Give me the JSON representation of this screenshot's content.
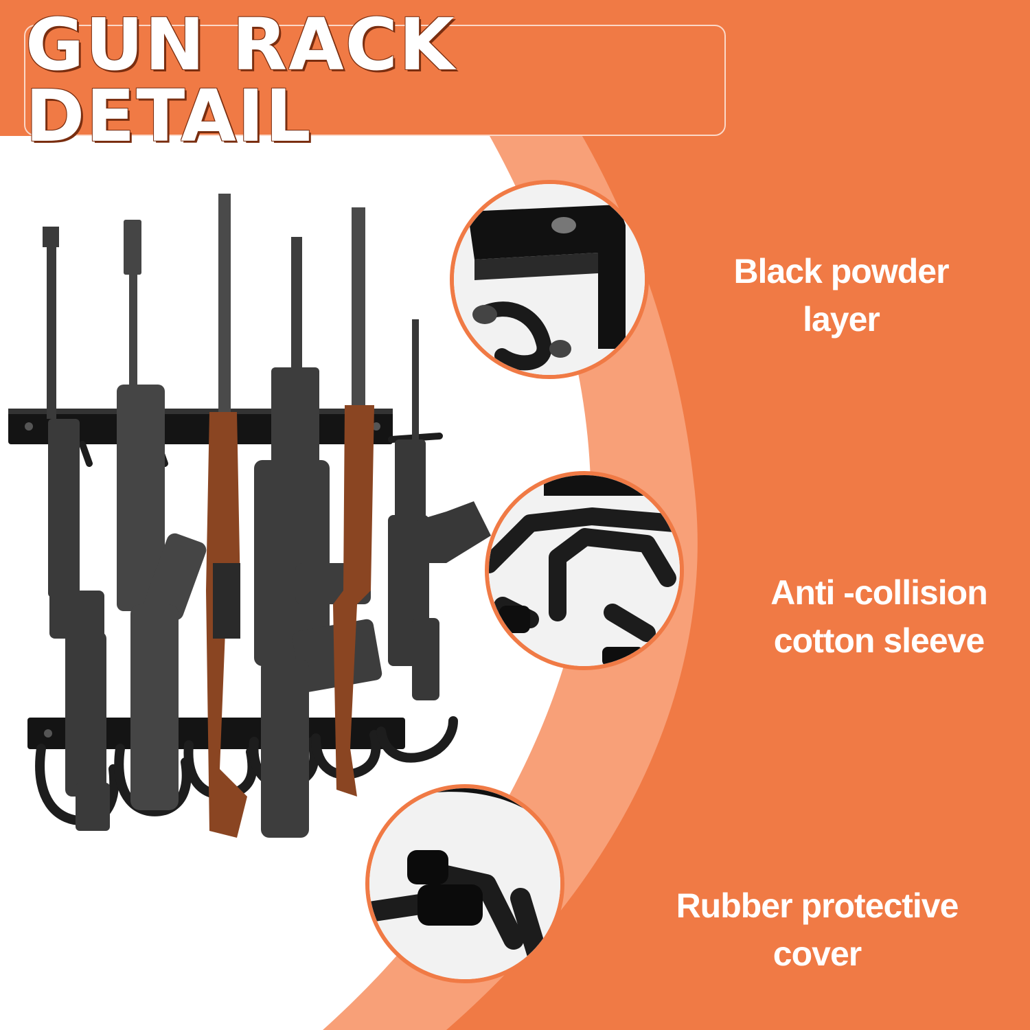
{
  "banner": {
    "title": "GUN RACK DETAIL"
  },
  "colors": {
    "orange": "#f07a45",
    "light_orange": "#f8a078",
    "white": "#ffffff",
    "rack_black": "#161616",
    "wood": "#8a4522"
  },
  "features": [
    {
      "line1": "Black powder",
      "line2": "layer",
      "icon": "bracket-hook-detail"
    },
    {
      "line1": "Anti -collision",
      "line2": "cotton sleeve",
      "icon": "sleeve-arms-detail"
    },
    {
      "line1": "Rubber protective",
      "line2": "cover",
      "icon": "rubber-cap-detail"
    }
  ],
  "product": {
    "icon": "wall-gun-rack-with-rifles"
  }
}
